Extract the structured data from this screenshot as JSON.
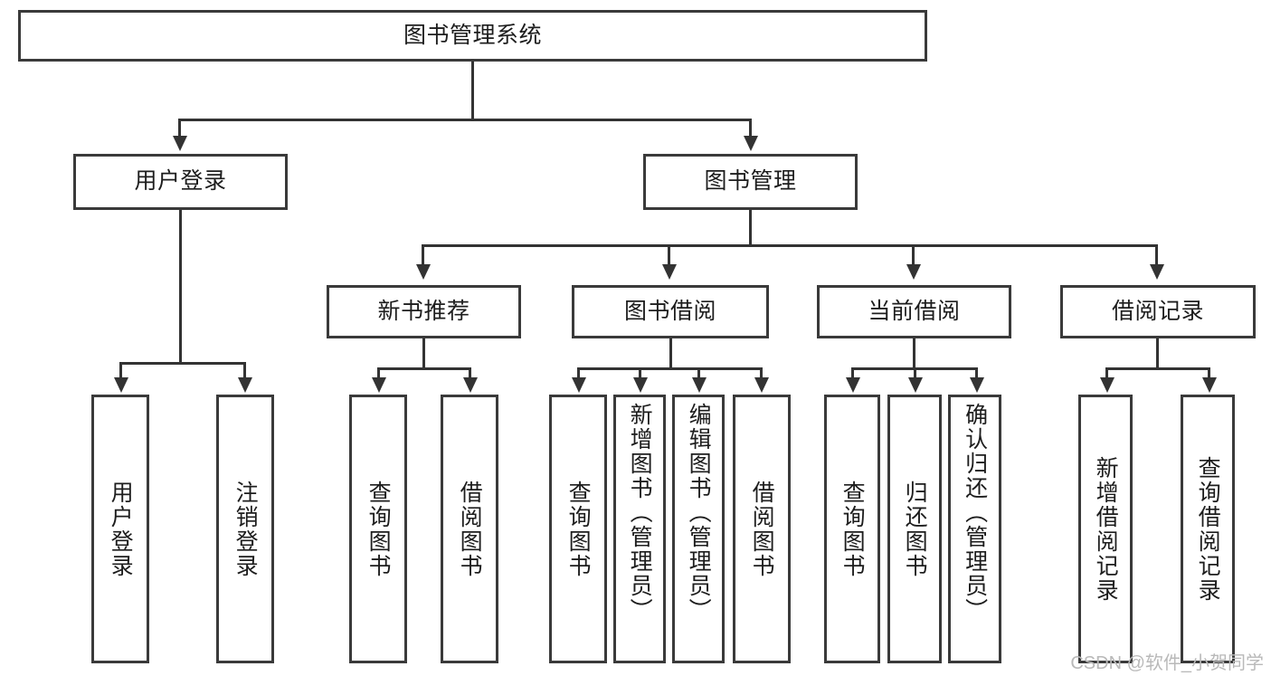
{
  "diagram": {
    "title": "图书管理系统",
    "type": "tree",
    "root": {
      "label": "图书管理系统"
    },
    "level2": [
      {
        "label": "用户登录"
      },
      {
        "label": "图书管理"
      }
    ],
    "level3": [
      {
        "label": "新书推荐"
      },
      {
        "label": "图书借阅"
      },
      {
        "label": "当前借阅"
      },
      {
        "label": "借阅记录"
      }
    ],
    "leaves": {
      "user_login": [
        {
          "label": "用户登录"
        },
        {
          "label": "注销登录"
        }
      ],
      "new_book": [
        {
          "label": "查询图书"
        },
        {
          "label": "借阅图书"
        }
      ],
      "book_borrow": [
        {
          "label": "查询图书"
        },
        {
          "label": "新增图书（管理员）"
        },
        {
          "label": "编辑图书（管理员）"
        },
        {
          "label": "借阅图书"
        }
      ],
      "current_borrow": [
        {
          "label": "查询图书"
        },
        {
          "label": "归还图书"
        },
        {
          "label": "确认归还（管理员）"
        }
      ],
      "borrow_record": [
        {
          "label": "新增借阅记录"
        },
        {
          "label": "查询借阅记录"
        }
      ]
    }
  },
  "watermark": {
    "text": "CSDN @软件_小贺同学"
  },
  "colors": {
    "box_border": "#3a3a3a",
    "line": "#333333",
    "text": "#1d1d1d",
    "background": "#ffffff",
    "watermark": "#b9b9b9"
  }
}
